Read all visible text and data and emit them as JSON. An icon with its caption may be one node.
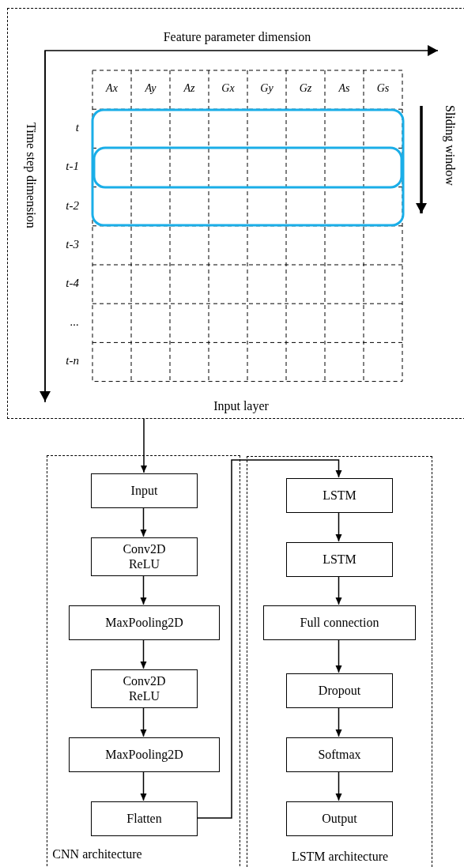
{
  "diagram": {
    "nodes": [
      {
        "text": [
          "Input layer"
        ]
      },
      {
        "text": [
          "CNN architecture"
        ]
      },
      {
        "text": [
          "Input"
        ],
        "in": 1
      },
      {
        "text": [
          "Conv2D ReLU"
        ],
        "in": 1
      },
      {
        "text": [
          "MaxPooling2D"
        ],
        "in": 1
      },
      {
        "text": [
          "Conv2D ReLU"
        ],
        "in": 1
      },
      {
        "text": [
          "MaxPooling2D"
        ],
        "in": 1
      },
      {
        "text": [
          "Flatten"
        ],
        "in": 1
      },
      {
        "text": [
          "LSTM architecture"
        ]
      },
      {
        "text": [
          "LSTM"
        ],
        "in": 8
      },
      {
        "text": [
          "LSTM"
        ],
        "in": 8
      },
      {
        "text": [
          "Full connection"
        ],
        "in": 8
      },
      {
        "text": [
          "Dropout"
        ],
        "in": 8
      },
      {
        "text": [
          "Softmax"
        ],
        "in": 8
      },
      {
        "text": [
          "Output"
        ],
        "in": 8
      }
    ],
    "edges": [
      {
        "from": 0,
        "to": 2,
        "arrow": "to"
      },
      {
        "from": 2,
        "to": 3,
        "arrow": "to"
      },
      {
        "from": 3,
        "to": 4,
        "arrow": "to"
      },
      {
        "from": 4,
        "to": 5,
        "arrow": "to"
      },
      {
        "from": 5,
        "to": 6,
        "arrow": "to"
      },
      {
        "from": 6,
        "to": 7,
        "arrow": "to"
      },
      {
        "from": 7,
        "to": 9,
        "arrow": "to"
      },
      {
        "from": 9,
        "to": 10,
        "arrow": "to"
      },
      {
        "from": 10,
        "to": 11,
        "arrow": "to"
      },
      {
        "from": 11,
        "to": 12,
        "arrow": "to"
      },
      {
        "from": 12,
        "to": 13,
        "arrow": "to"
      },
      {
        "from": 13,
        "to": 14,
        "arrow": "to"
      }
    ],
    "labels": [
      "Feature parameter dimension",
      "Time step dimension",
      "Sliding window",
      "Ax",
      "Ay",
      "Az",
      "Gx",
      "Gy",
      "Gz",
      "As",
      "Gs",
      "t",
      "t-1",
      "t-2",
      "t-3",
      "t-4",
      "...",
      "t-n"
    ]
  }
}
